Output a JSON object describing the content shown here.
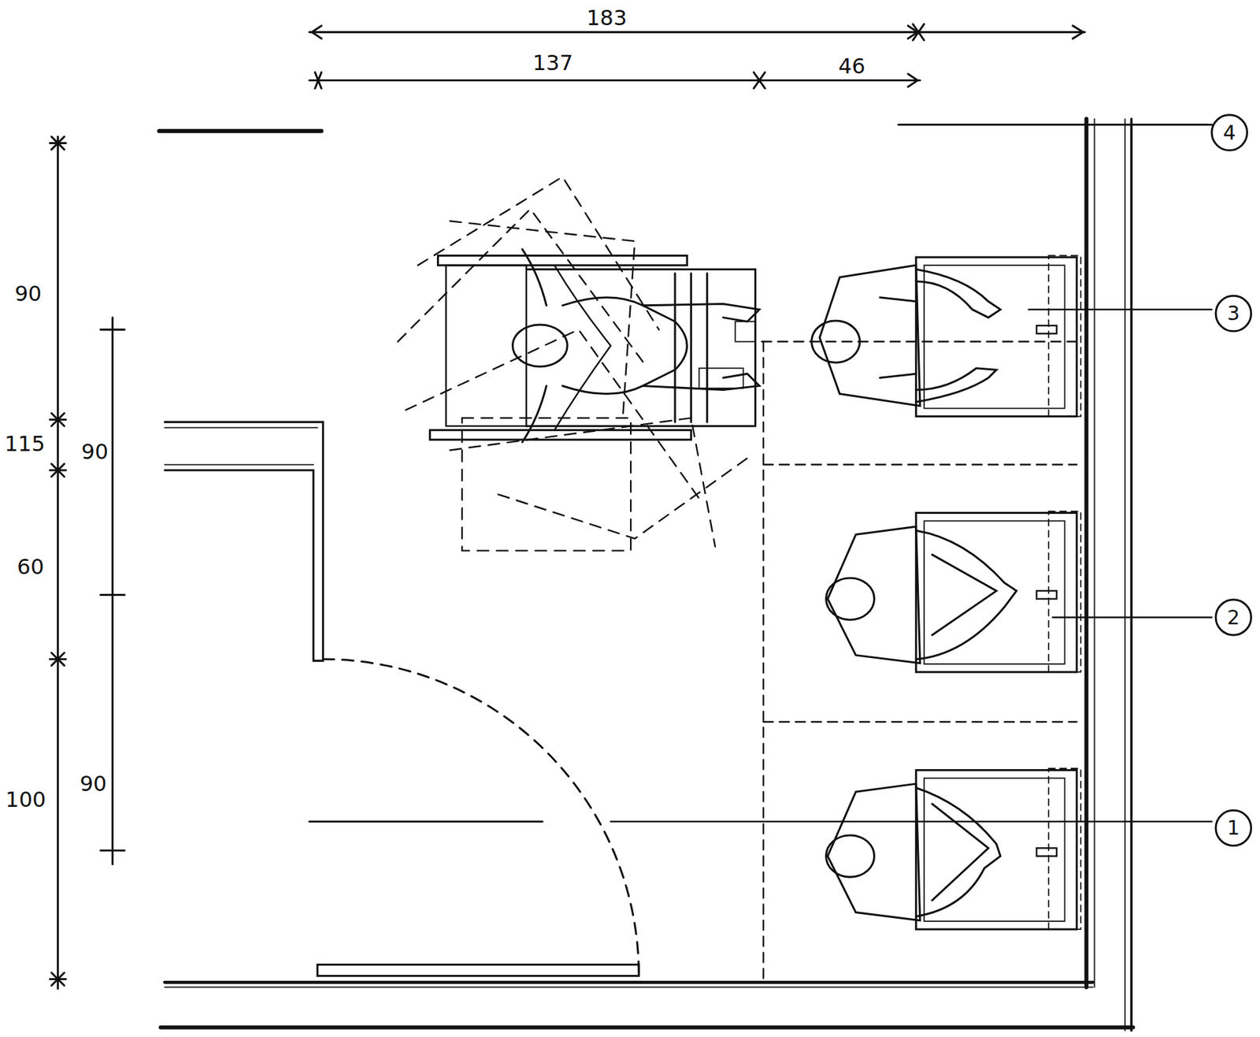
{
  "diagram": {
    "labels": [
      "183",
      "137",
      "46",
      "90",
      "115",
      "90",
      "60",
      "100",
      "90",
      "4",
      "3",
      "2",
      "1"
    ]
  }
}
